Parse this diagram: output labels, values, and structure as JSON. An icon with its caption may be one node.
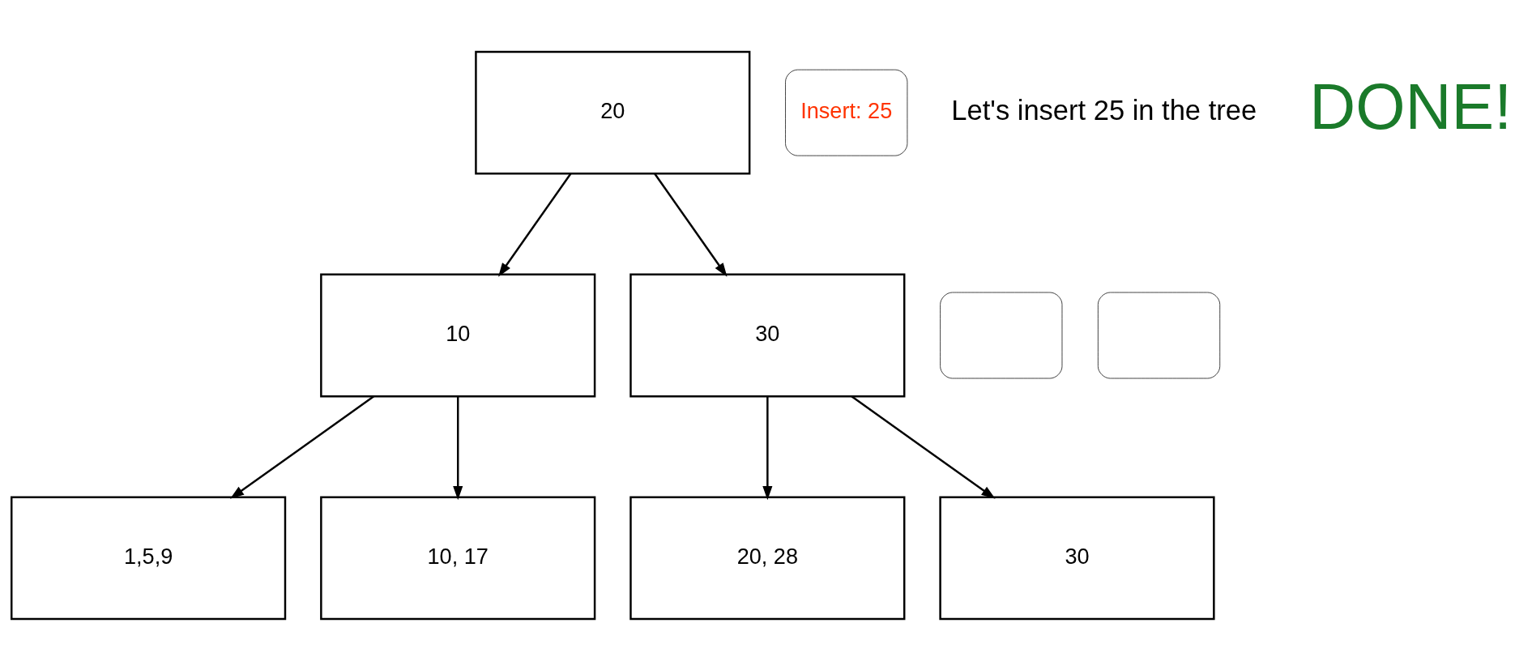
{
  "diagram": {
    "nodes": [
      {
        "text": [
          "20"
        ]
      },
      {
        "text": [
          "Insert: 25"
        ]
      },
      {
        "text": [],
        "shape": "box"
      },
      {
        "text": [
          "10"
        ]
      },
      {
        "text": [
          "30"
        ]
      },
      {
        "text": [],
        "shape": "box"
      },
      {
        "text": [
          "1,5,9"
        ]
      },
      {
        "text": [
          "10, 17"
        ]
      },
      {
        "text": [
          "20, 28"
        ]
      },
      {
        "text": [
          "30"
        ]
      }
    ],
    "edges": [
      {
        "from": 0,
        "to": 3,
        "arrow": "to"
      },
      {
        "from": 0,
        "to": 4,
        "arrow": "to"
      },
      {
        "from": 3,
        "to": 6,
        "arrow": "to"
      },
      {
        "from": 3,
        "to": 7,
        "arrow": "to"
      },
      {
        "from": 4,
        "to": 8,
        "arrow": "to"
      },
      {
        "from": 4,
        "to": 9,
        "arrow": "to"
      }
    ],
    "labels": [
      "Let's insert 25 in the tree",
      "DONE!"
    ]
  }
}
